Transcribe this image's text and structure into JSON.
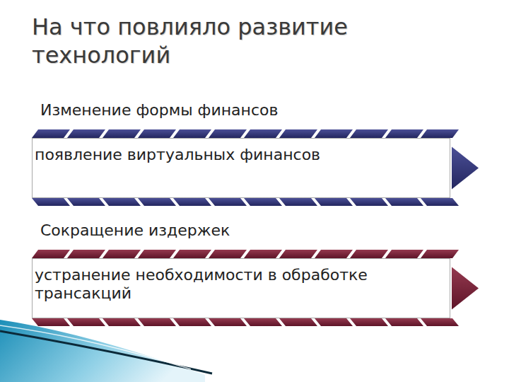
{
  "diagram": {
    "title": "На что повлияло развитие технологий",
    "nodes": [
      {
        "text": [
          "Изменение формы финансов",
          "появление виртуальных финансов"
        ]
      },
      {
        "text": [
          "Сокращение издержек",
          "устранение необходимости в обработке трансакций"
        ]
      }
    ]
  }
}
